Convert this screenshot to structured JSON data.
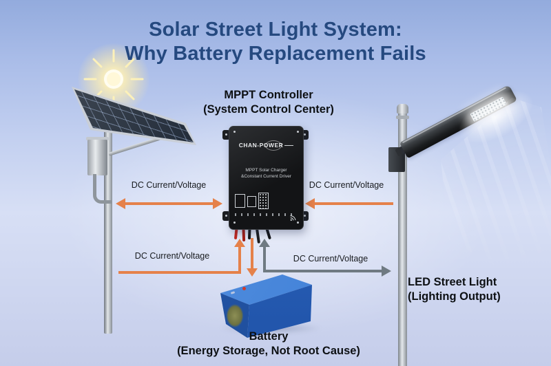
{
  "title": {
    "line1": "Solar Street Light System:",
    "line2": "Why Battery Replacement Fails"
  },
  "nodes": {
    "controller": {
      "label_line1": "MPPT Controller",
      "label_line2": "(System Control Center)",
      "device_brand": "CHAN-POWER",
      "device_line1": "MPPT Solar Charger",
      "device_line2": "&Constant Current Driver"
    },
    "battery": {
      "label_line1": "Battery",
      "label_line2": "(Energy Storage, Not Root Cause)"
    },
    "led_light": {
      "label_line1": "LED Street Light",
      "label_line2": "(Lighting Output)"
    }
  },
  "flows": [
    {
      "label": "DC Current/Voltage",
      "between": "solar panel pole and controller",
      "direction": "bidirectional",
      "color": "#E5814A"
    },
    {
      "label": "DC Current/Voltage",
      "between": "street light pole to controller",
      "direction": "to controller",
      "color": "#E5814A"
    },
    {
      "label": "DC Current/Voltage",
      "between": "solar panel pole to controller, and controller down to battery",
      "direction": "up and down",
      "color": "#E5814A"
    },
    {
      "label": "DC Current/Voltage",
      "between": "controller to street light pole",
      "direction": "to street light",
      "color": "#6F7A82"
    }
  ],
  "colors": {
    "accent_orange": "#E5814A",
    "accent_gray": "#6F7A82",
    "title_blue": "#25497F",
    "battery_blue": "#2F6CC6",
    "sky_top": "#93ABDD",
    "sky_bottom": "#C5CDEA"
  }
}
